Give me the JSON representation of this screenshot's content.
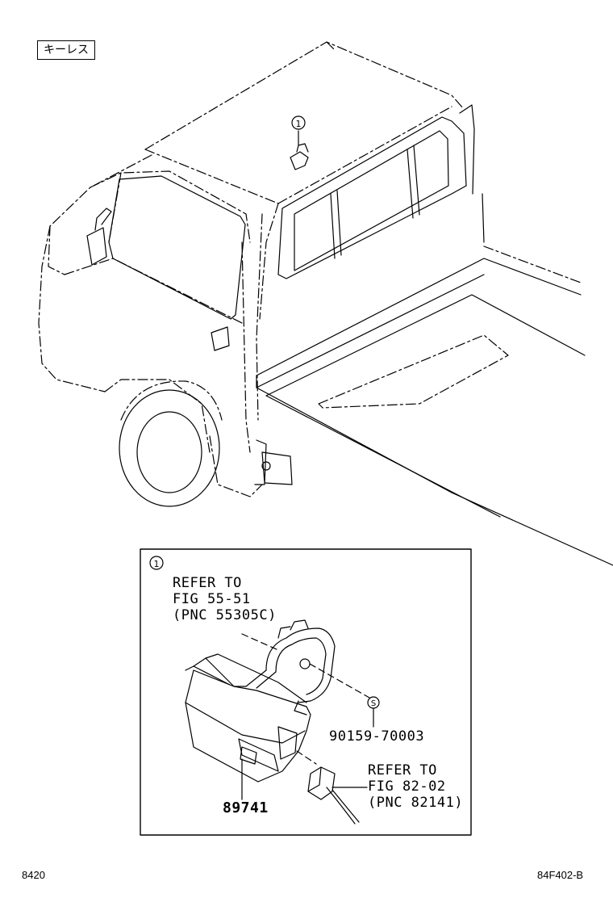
{
  "header_tag": "キーレス",
  "vehicle_callout_marker": "①",
  "detail": {
    "marker": "①",
    "refer_top": {
      "line1": "REFER TO",
      "line2": "FIG 55-51",
      "line3": "(PNC 55305C)"
    },
    "refer_bottom": {
      "line1": "REFER TO",
      "line2": "FIG 82-02",
      "line3": "(PNC 82141)"
    },
    "part_bolt": "90159-70003",
    "part_receiver": "89741",
    "bolt_symbol": "S"
  },
  "footer": {
    "left_code": "8420",
    "right_code": "84F402-B"
  }
}
